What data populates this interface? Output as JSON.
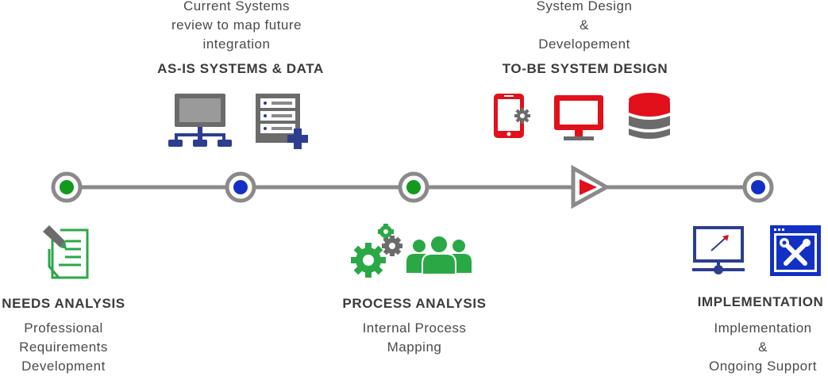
{
  "colors": {
    "line": "#8a8a8a",
    "green": "#129a1f",
    "blue": "#1231c4",
    "red": "#e2101a",
    "gray": "#6b6b6b",
    "navy": "#2c3e8f",
    "icon_green": "#2aa846"
  },
  "stages": [
    {
      "title": "NEEDS ANALYSIS",
      "desc": [
        "Professional",
        "Requirements",
        "Development"
      ],
      "node": "green"
    },
    {
      "title": "AS-IS SYSTEMS & DATA",
      "desc": [
        "Current Systems",
        "review to map future",
        "integration"
      ],
      "node": "blue"
    },
    {
      "title": "PROCESS ANALYSIS",
      "desc": [
        "Internal Process",
        "Mapping"
      ],
      "node": "green"
    },
    {
      "title": "TO-BE SYSTEM DESIGN",
      "desc": [
        "System Design",
        "&",
        "Developement"
      ],
      "node": "red-triangle"
    },
    {
      "title": "IMPLEMENTATION",
      "desc": [
        "Implementation",
        "&",
        "Ongoing Support"
      ],
      "node": "blue"
    }
  ],
  "icons": {
    "needs": [
      "document-pen-icon"
    ],
    "asis": [
      "network-monitor-icon",
      "server-add-icon"
    ],
    "process": [
      "gears-icon",
      "team-icon"
    ],
    "tobe": [
      "mobile-settings-icon",
      "monitor-icon",
      "database-icon"
    ],
    "impl": [
      "network-screen-icon",
      "tools-window-icon"
    ]
  }
}
